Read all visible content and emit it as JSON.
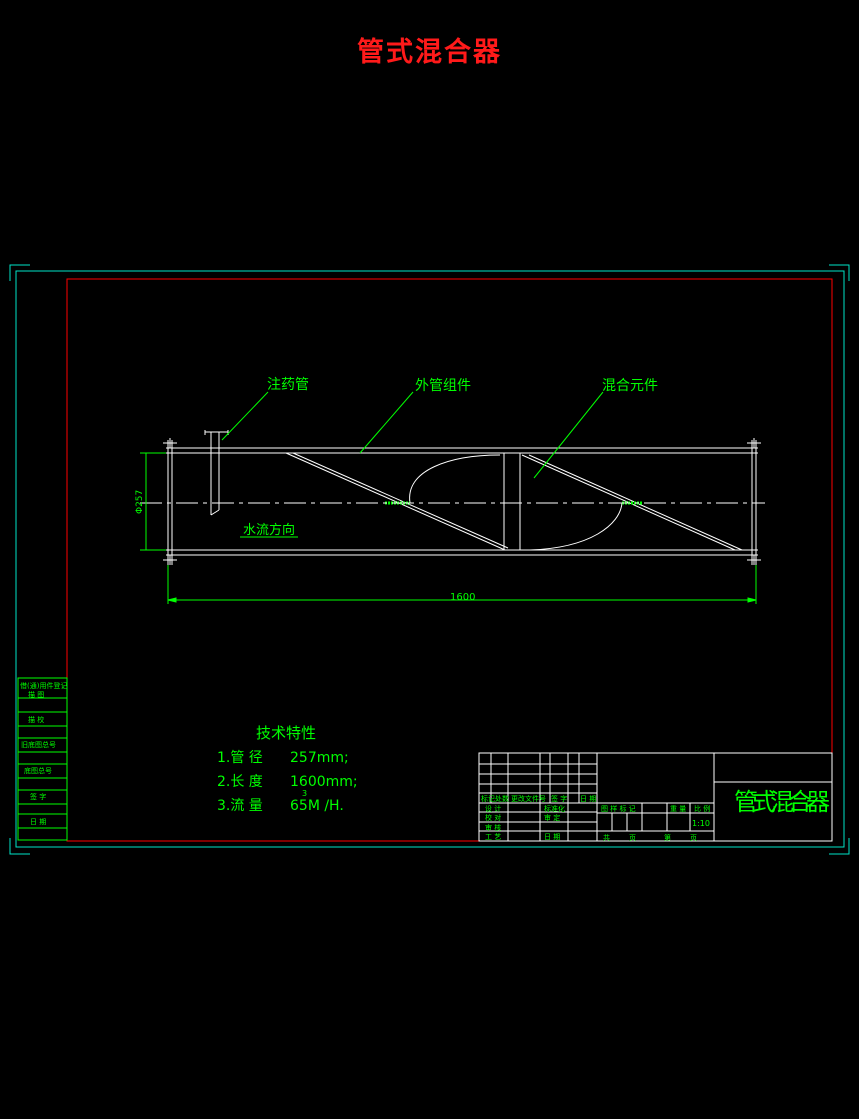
{
  "page_title": "管式混合器",
  "colors": {
    "background": "#000000",
    "title": "#ff1a1a",
    "line_green": "#00ff00",
    "line_white": "#ffffff",
    "border_red": "#ff0000",
    "border_cyan": "#00e5c8"
  },
  "callouts": {
    "injection_pipe": "注药管",
    "outer_pipe": "外管组件",
    "mixing_element": "混合元件"
  },
  "flow_label": "水流方向",
  "dimensions": {
    "diameter": "Φ257",
    "length": "1600"
  },
  "tech": {
    "title": "技术特性",
    "items": [
      {
        "label": "1.管 径",
        "value": "257mm;"
      },
      {
        "label": "2.长 度",
        "value": "1600mm;"
      },
      {
        "label": "3.流 量",
        "value": "65M /H."
      }
    ],
    "flow_exp": "3"
  },
  "side_table": [
    "借(通)用件登记",
    "描 图",
    "描 校",
    "旧底图总号",
    "底图总号",
    "签 字",
    "日 期"
  ],
  "title_block": {
    "title": "管式混合器",
    "change_header": [
      "标记",
      "处数",
      "更改文件号",
      "签 字",
      "日 期"
    ],
    "roles": [
      "设 计",
      "校 对",
      "审 核",
      "工 艺"
    ],
    "mid_col": [
      "标准化",
      "审 定",
      "日 期"
    ],
    "stage_header": [
      "图 样 标 记",
      "重 量",
      "比 例"
    ],
    "scale": "1:10",
    "sheet": [
      "共",
      "页",
      "第",
      "页"
    ]
  }
}
